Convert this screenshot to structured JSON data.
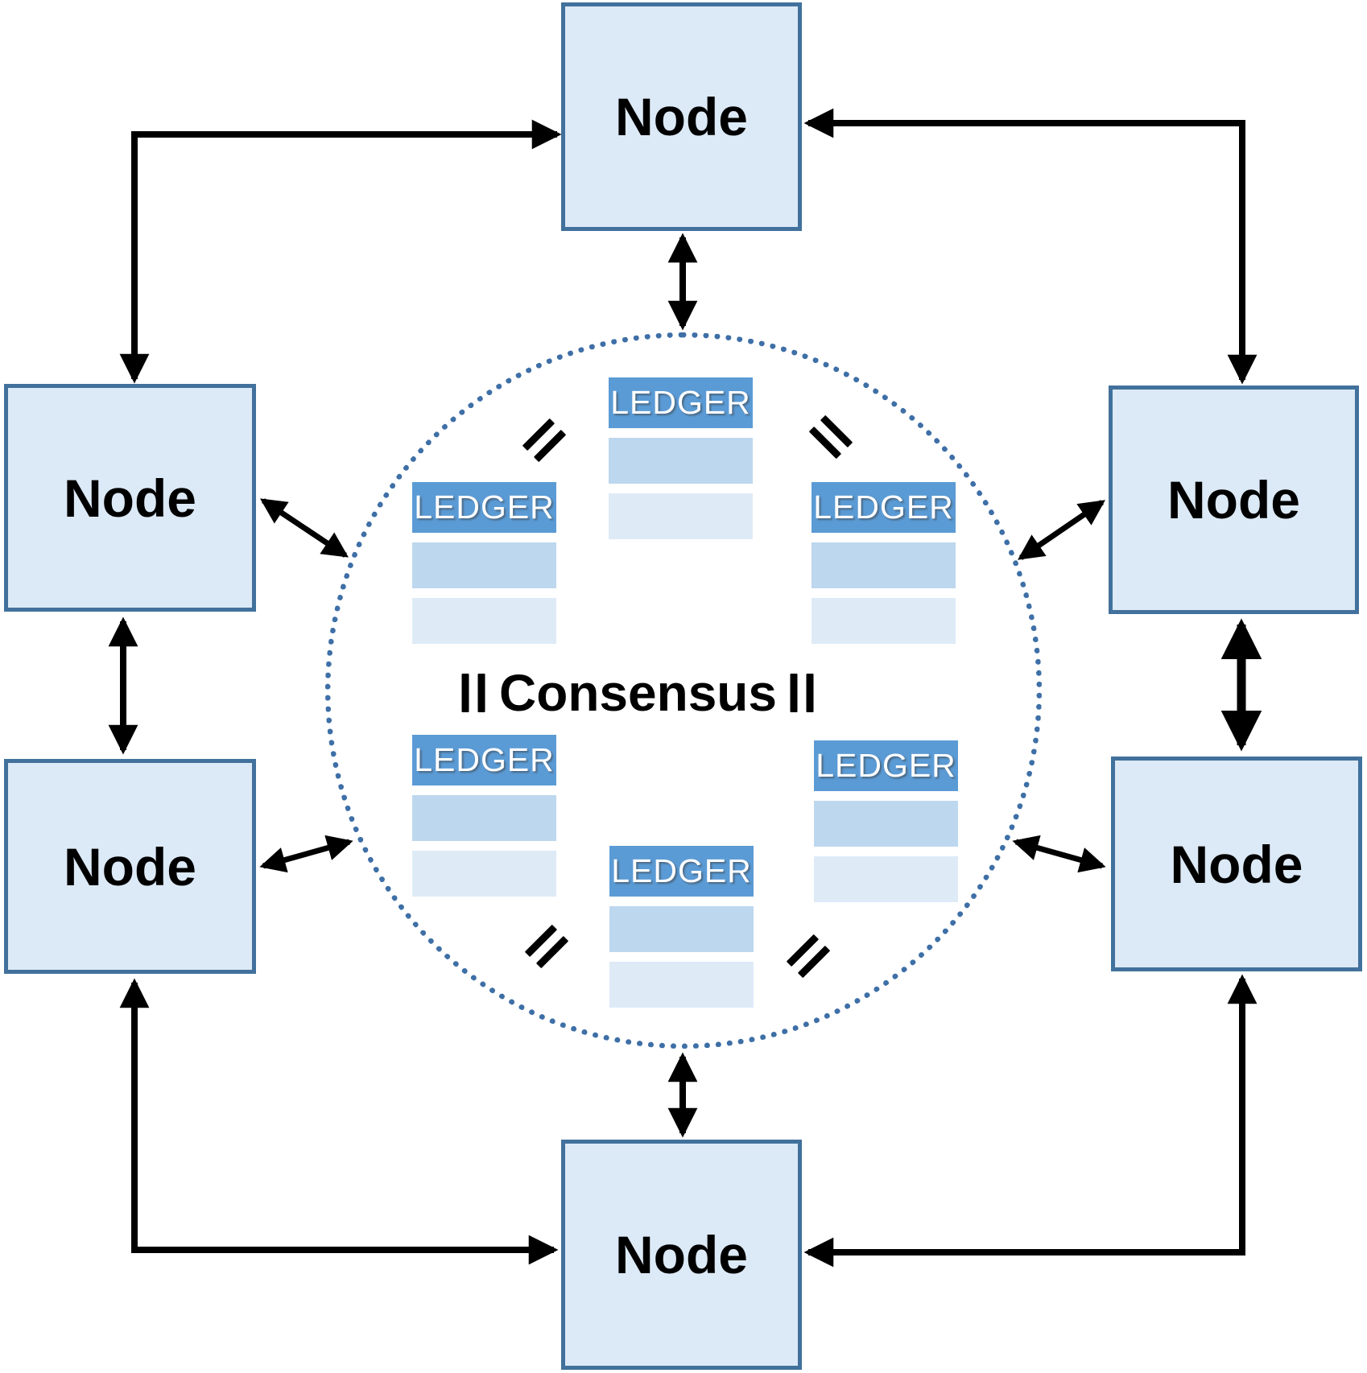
{
  "nodes": [
    {
      "id": "top",
      "label": "Node"
    },
    {
      "id": "upper-left",
      "label": "Node"
    },
    {
      "id": "upper-right",
      "label": "Node"
    },
    {
      "id": "lower-left",
      "label": "Node"
    },
    {
      "id": "lower-right",
      "label": "Node"
    },
    {
      "id": "bottom",
      "label": "Node"
    }
  ],
  "consensus": {
    "label": "Consensus"
  },
  "ledgers": [
    {
      "id": "top-center",
      "title": "LEDGER",
      "rows": 2
    },
    {
      "id": "upper-left",
      "title": "LEDGER",
      "rows": 2
    },
    {
      "id": "upper-right",
      "title": "LEDGER",
      "rows": 2
    },
    {
      "id": "lower-left",
      "title": "LEDGER",
      "rows": 2
    },
    {
      "id": "lower-right",
      "title": "LEDGER",
      "rows": 2
    },
    {
      "id": "bottom-center",
      "title": "LEDGER",
      "rows": 2
    }
  ],
  "equals_signs": {
    "count": 6,
    "symbol": "=",
    "meaning": "ledger copies are equal"
  },
  "connections": {
    "corner_links": 4,
    "node_to_node_links": 2,
    "node_to_ring_links": 6,
    "style": "double-headed black arrows"
  },
  "colors": {
    "ledger_header": "#5b9bd5",
    "ledger_row1": "#bdd7ee",
    "ledger_row2": "#deebf7",
    "node_fill": "#dce9f6",
    "node_border": "#41719c",
    "circle_dot": "#3e6fa6",
    "arrow_black": "#000000",
    "ledger_text": "#ffffff",
    "text_black": "#000000"
  }
}
